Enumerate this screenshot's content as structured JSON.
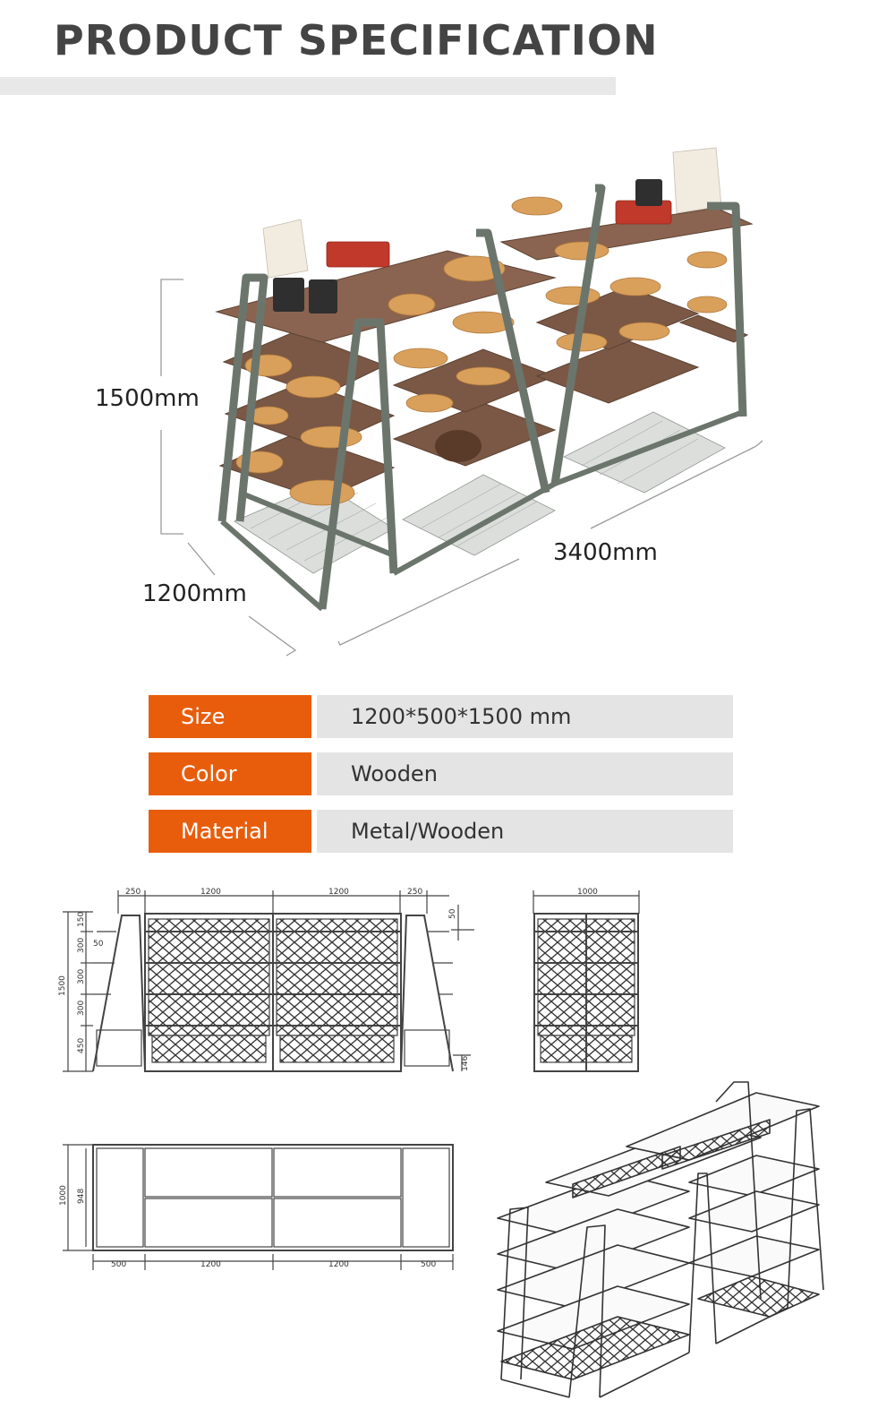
{
  "header": {
    "title": "PRODUCT SPECIFICATION"
  },
  "product_image": {
    "height_label": "1500mm",
    "length_label": "3400mm",
    "depth_label": "1200mm"
  },
  "specs": [
    {
      "key": "Size",
      "value": "1200*500*1500 mm"
    },
    {
      "key": "Color",
      "value": "Wooden"
    },
    {
      "key": "Material",
      "value": "Metal/Wooden"
    }
  ],
  "drawings": {
    "front_top_dims": [
      "250",
      "1200",
      "1200",
      "250"
    ],
    "front_side_dims": [
      "150",
      "300",
      "300",
      "300",
      "450"
    ],
    "front_total_height": "1500",
    "front_small_50_right": "50",
    "front_small_50_left": "50",
    "front_bottom_right": "146",
    "side_top_dim": "1000",
    "plan_left_dims": [
      "1000",
      "948"
    ],
    "plan_bottom_dims": [
      "500",
      "1200",
      "1200",
      "500"
    ]
  },
  "colors": {
    "accent": "#e85d0c",
    "frame": "#6b756c",
    "wood": "#7a5845"
  }
}
